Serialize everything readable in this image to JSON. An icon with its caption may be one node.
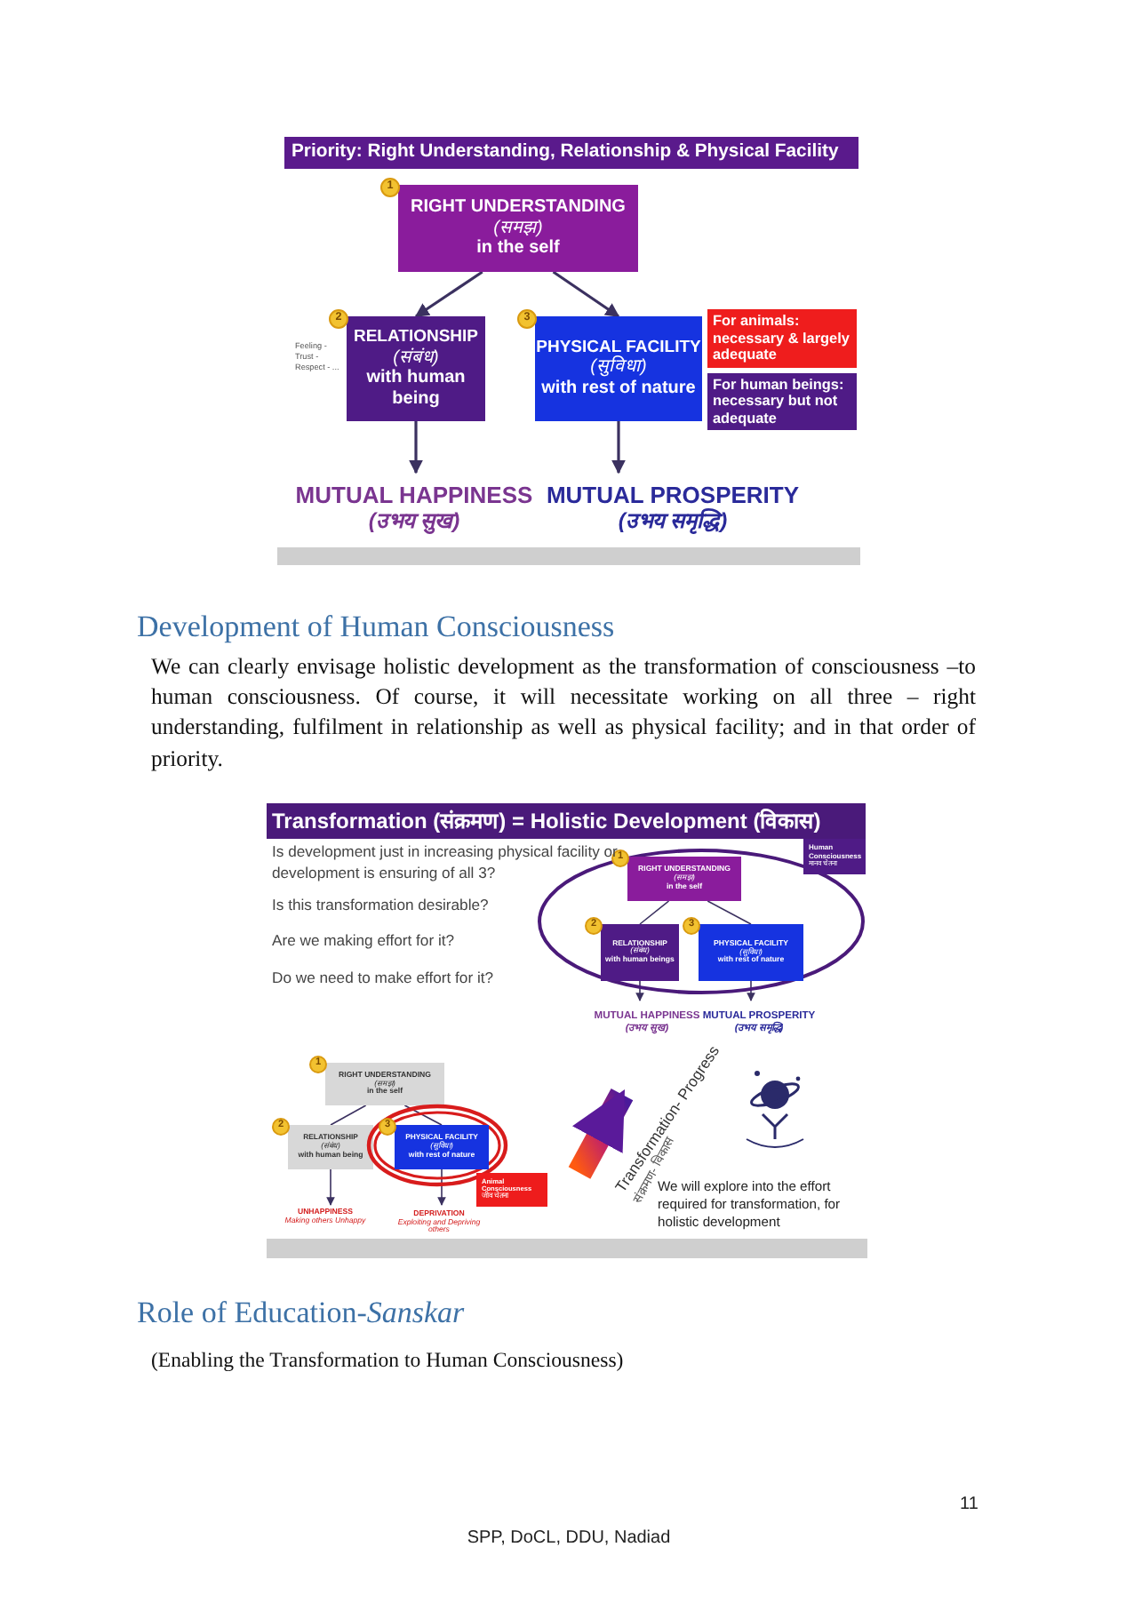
{
  "diagram": {
    "nodes": [
      {
        "text": [
          "RIGHT UNDERSTANDING",
          "(समझ)",
          "in the self"
        ],
        "beside": [
          "1"
        ]
      },
      {
        "text": [
          "RELATIONSHIP",
          "(संबंध)",
          "with human being"
        ],
        "beside": [
          "2"
        ]
      },
      {
        "text": [
          "PHYSICAL FACILITY",
          "(सुविधा)",
          "with rest of nature"
        ],
        "beside": [
          "3"
        ]
      },
      {
        "text": [
          "MUTUAL HAPPINESS",
          "(उभय सुख)"
        ]
      },
      {
        "text": [
          "MUTUAL PROSPERITY",
          "(उभय समृद्धि)"
        ]
      },
      {
        "text": [
          "For animals: necessary & largely adequate"
        ]
      },
      {
        "text": [
          "For human beings: necessary but not adequate"
        ]
      },
      {
        "text": [],
        "shape": "ellipse"
      },
      {
        "text": [
          "RIGHT UNDERSTANDING",
          "(समझ)",
          "in the self"
        ],
        "in": 7,
        "beside": [
          "1"
        ]
      },
      {
        "text": [
          "RELATIONSHIP",
          "(संबंध)",
          "with human beings"
        ],
        "in": 7,
        "beside": [
          "2"
        ]
      },
      {
        "text": [
          "PHYSICAL FACILITY",
          "(सुविधा)",
          "with rest of nature"
        ],
        "in": 7,
        "beside": [
          "3"
        ]
      },
      {
        "text": [
          "MUTUAL HAPPINESS",
          "(उभय सुख)"
        ]
      },
      {
        "text": [
          "MUTUAL PROSPERITY",
          "(उभय समृद्धि)"
        ]
      },
      {
        "text": [
          "Human Consciousness",
          "मानव चेतना"
        ]
      },
      {
        "text": [
          "RIGHT UNDERSTANDING",
          "(समझ)",
          "in the self"
        ],
        "beside": [
          "1"
        ]
      },
      {
        "text": [
          "RELATIONSHIP",
          "(संबंध)",
          "with human being"
        ],
        "beside": [
          "2"
        ]
      },
      {
        "text": [],
        "shape": "ellipse"
      },
      {
        "text": [
          "PHYSICAL FACILITY",
          "(सुविधा)",
          "with rest of nature"
        ],
        "in": 16,
        "beside": [
          "3"
        ]
      },
      {
        "text": [
          "Animal Consciousness",
          "जीव चेतना"
        ]
      },
      {
        "text": [
          "UNHAPPINESS",
          "Making others Unhappy"
        ]
      },
      {
        "text": [
          "DEPRIVATION",
          "Exploiting and Depriving others"
        ]
      }
    ],
    "edges": [
      {
        "from": 0,
        "to": 1,
        "arrow": "to"
      },
      {
        "from": 0,
        "to": 2,
        "arrow": "to"
      },
      {
        "from": 1,
        "to": 3,
        "arrow": "to"
      },
      {
        "from": 2,
        "to": 4,
        "arrow": "to"
      },
      {
        "from": 8,
        "to": 9,
        "arrow": "none"
      },
      {
        "from": 8,
        "to": 10,
        "arrow": "none"
      },
      {
        "from": 9,
        "to": 11,
        "arrow": "to"
      },
      {
        "from": 10,
        "to": 12,
        "arrow": "to"
      },
      {
        "from": 14,
        "to": 15,
        "arrow": "none"
      },
      {
        "from": 14,
        "to": 17,
        "arrow": "none"
      },
      {
        "from": 15,
        "to": 19,
        "arrow": "to"
      },
      {
        "from": 17,
        "to": 20,
        "arrow": "to"
      },
      {
        "from": null,
        "to": 11,
        "arrow": "to",
        "style": "thick"
      }
    ],
    "labels": [
      "Priority: Right Understanding, Relationship & Physical Facility",
      "Feeling - Trust - Respect - ...",
      "Development of Human Consciousness",
      "We can clearly envisage holistic development as the transformation of consciousness –to human consciousness. Of course, it will necessitate working on all three – right understanding, fulfilment in relationship as well as physical facility; and in that order of priority.",
      "Transformation (संक्रमण) = Holistic Development (विकास)",
      "Is development just in increasing physical facility or development is ensuring of all 3?",
      "Is this transformation desirable?",
      "Are we making effort for it?",
      "Do we need to make effort for it?",
      "Transformation- Progress",
      "संक्रमण- विकास",
      "We will explore into the effort required for transformation, for holistic development",
      "Role of Education-*Sanskar*",
      "(Enabling the Transformation to Human Consciousness)",
      "11",
      "SPP, DoCL, DDU, Nadiad"
    ]
  }
}
